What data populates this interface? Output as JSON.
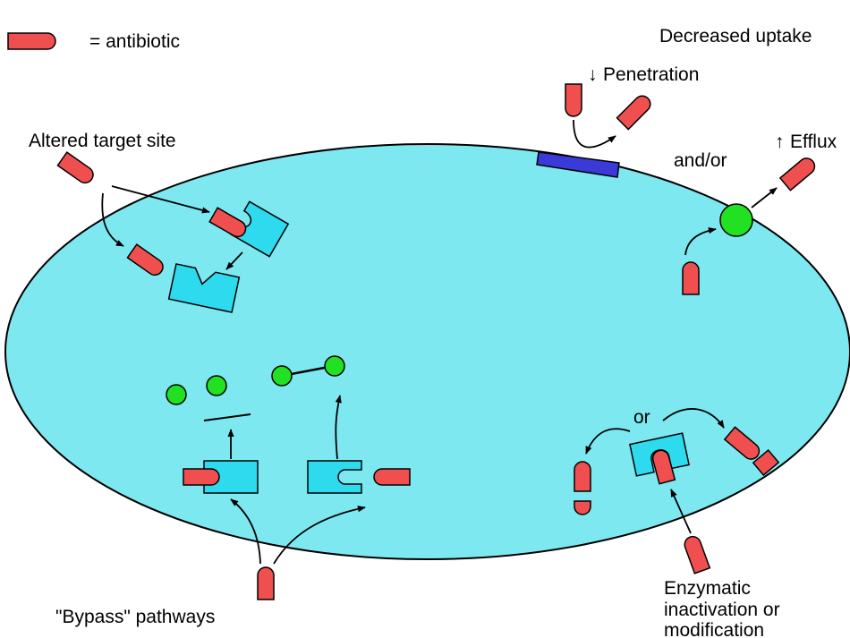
{
  "legend": {
    "equals_text": "= antibiotic"
  },
  "labels": {
    "decreased_uptake": "Decreased uptake",
    "penetration": "Penetration",
    "down_arrow": "↓",
    "and_or": "and/or",
    "efflux": "Efflux",
    "up_arrow": "↑",
    "altered_target_site": "Altered target site",
    "bypass_pathways": "\"Bypass\" pathways",
    "or": "or",
    "enzymatic_line1": "Enzymatic",
    "enzymatic_line2": "inactivation or",
    "enzymatic_line3": "modification"
  },
  "colors": {
    "cell": "#7ee8f0",
    "antibiotic": "#ef4f4f",
    "target": "#2edaed",
    "pump": "#22e022",
    "porin": "#3a3ad8",
    "molecule": "#22e022"
  }
}
